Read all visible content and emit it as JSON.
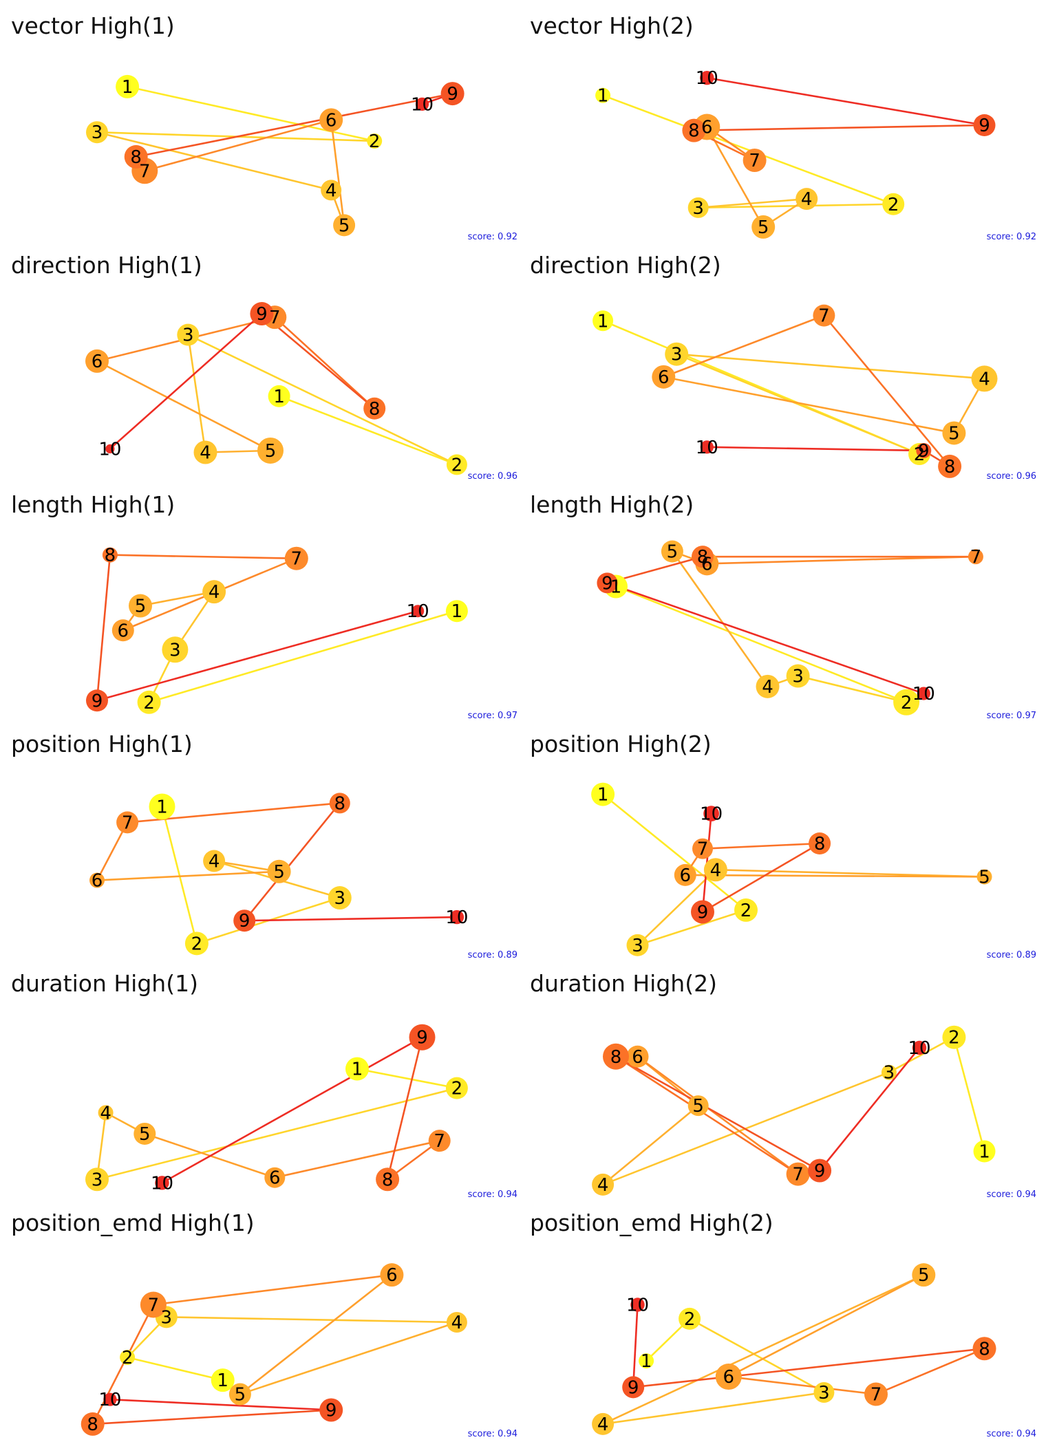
{
  "chart_data": [
    {
      "type": "scatter",
      "title": "vector High(1)",
      "score": "score: 0.92",
      "points": [
        {
          "label": "1",
          "x": 0.17,
          "y": 0.18
        },
        {
          "label": "2",
          "x": 0.74,
          "y": 0.49
        },
        {
          "label": "3",
          "x": 0.1,
          "y": 0.44
        },
        {
          "label": "4",
          "x": 0.64,
          "y": 0.77
        },
        {
          "label": "5",
          "x": 0.67,
          "y": 0.97
        },
        {
          "label": "6",
          "x": 0.64,
          "y": 0.37
        },
        {
          "label": "7",
          "x": 0.21,
          "y": 0.66
        },
        {
          "label": "8",
          "x": 0.19,
          "y": 0.58
        },
        {
          "label": "9",
          "x": 0.92,
          "y": 0.22
        },
        {
          "label": "10",
          "x": 0.85,
          "y": 0.28
        }
      ]
    },
    {
      "type": "scatter",
      "title": "vector High(2)",
      "score": "score: 0.92",
      "points": [
        {
          "label": "1",
          "x": 0.07,
          "y": 0.23
        },
        {
          "label": "2",
          "x": 0.74,
          "y": 0.85
        },
        {
          "label": "3",
          "x": 0.29,
          "y": 0.87
        },
        {
          "label": "4",
          "x": 0.54,
          "y": 0.82
        },
        {
          "label": "5",
          "x": 0.44,
          "y": 0.98
        },
        {
          "label": "6",
          "x": 0.31,
          "y": 0.41
        },
        {
          "label": "7",
          "x": 0.42,
          "y": 0.6
        },
        {
          "label": "8",
          "x": 0.28,
          "y": 0.43
        },
        {
          "label": "9",
          "x": 0.95,
          "y": 0.4
        },
        {
          "label": "10",
          "x": 0.31,
          "y": 0.13
        }
      ]
    },
    {
      "type": "scatter",
      "title": "direction High(1)",
      "score": "score: 0.96",
      "points": [
        {
          "label": "1",
          "x": 0.52,
          "y": 0.58
        },
        {
          "label": "2",
          "x": 0.93,
          "y": 0.97
        },
        {
          "label": "3",
          "x": 0.31,
          "y": 0.23
        },
        {
          "label": "4",
          "x": 0.35,
          "y": 0.9
        },
        {
          "label": "5",
          "x": 0.5,
          "y": 0.89
        },
        {
          "label": "6",
          "x": 0.1,
          "y": 0.38
        },
        {
          "label": "7",
          "x": 0.51,
          "y": 0.13
        },
        {
          "label": "8",
          "x": 0.74,
          "y": 0.65
        },
        {
          "label": "9",
          "x": 0.48,
          "y": 0.11
        },
        {
          "label": "10",
          "x": 0.13,
          "y": 0.88
        }
      ]
    },
    {
      "type": "scatter",
      "title": "direction High(2)",
      "score": "score: 0.96",
      "points": [
        {
          "label": "1",
          "x": 0.07,
          "y": 0.15
        },
        {
          "label": "2",
          "x": 0.8,
          "y": 0.91
        },
        {
          "label": "3",
          "x": 0.24,
          "y": 0.34
        },
        {
          "label": "4",
          "x": 0.95,
          "y": 0.48
        },
        {
          "label": "5",
          "x": 0.88,
          "y": 0.79
        },
        {
          "label": "6",
          "x": 0.21,
          "y": 0.47
        },
        {
          "label": "7",
          "x": 0.58,
          "y": 0.12
        },
        {
          "label": "8",
          "x": 0.87,
          "y": 0.98
        },
        {
          "label": "9",
          "x": 0.81,
          "y": 0.89
        },
        {
          "label": "10",
          "x": 0.31,
          "y": 0.87
        }
      ]
    },
    {
      "type": "scatter",
      "title": "length High(1)",
      "score": "score: 0.97",
      "points": [
        {
          "label": "1",
          "x": 0.93,
          "y": 0.44
        },
        {
          "label": "2",
          "x": 0.22,
          "y": 0.96
        },
        {
          "label": "3",
          "x": 0.28,
          "y": 0.66
        },
        {
          "label": "4",
          "x": 0.37,
          "y": 0.33
        },
        {
          "label": "5",
          "x": 0.2,
          "y": 0.41
        },
        {
          "label": "6",
          "x": 0.16,
          "y": 0.55
        },
        {
          "label": "7",
          "x": 0.56,
          "y": 0.14
        },
        {
          "label": "8",
          "x": 0.13,
          "y": 0.12
        },
        {
          "label": "9",
          "x": 0.1,
          "y": 0.95
        },
        {
          "label": "10",
          "x": 0.84,
          "y": 0.44
        }
      ]
    },
    {
      "type": "scatter",
      "title": "length High(2)",
      "score": "score: 0.97",
      "points": [
        {
          "label": "1",
          "x": 0.1,
          "y": 0.3
        },
        {
          "label": "2",
          "x": 0.77,
          "y": 0.96
        },
        {
          "label": "3",
          "x": 0.52,
          "y": 0.81
        },
        {
          "label": "4",
          "x": 0.45,
          "y": 0.87
        },
        {
          "label": "5",
          "x": 0.23,
          "y": 0.1
        },
        {
          "label": "6",
          "x": 0.31,
          "y": 0.17
        },
        {
          "label": "7",
          "x": 0.93,
          "y": 0.13
        },
        {
          "label": "8",
          "x": 0.3,
          "y": 0.13
        },
        {
          "label": "9",
          "x": 0.08,
          "y": 0.28
        },
        {
          "label": "10",
          "x": 0.81,
          "y": 0.91
        }
      ]
    },
    {
      "type": "scatter",
      "title": "position High(1)",
      "score": "score: 0.89",
      "points": [
        {
          "label": "1",
          "x": 0.25,
          "y": 0.19
        },
        {
          "label": "2",
          "x": 0.33,
          "y": 0.97
        },
        {
          "label": "3",
          "x": 0.66,
          "y": 0.71
        },
        {
          "label": "4",
          "x": 0.37,
          "y": 0.5
        },
        {
          "label": "5",
          "x": 0.52,
          "y": 0.56
        },
        {
          "label": "6",
          "x": 0.1,
          "y": 0.61
        },
        {
          "label": "7",
          "x": 0.17,
          "y": 0.28
        },
        {
          "label": "8",
          "x": 0.66,
          "y": 0.17
        },
        {
          "label": "9",
          "x": 0.44,
          "y": 0.84
        },
        {
          "label": "10",
          "x": 0.93,
          "y": 0.82
        }
      ]
    },
    {
      "type": "scatter",
      "title": "position High(2)",
      "score": "score: 0.89",
      "points": [
        {
          "label": "1",
          "x": 0.07,
          "y": 0.12
        },
        {
          "label": "2",
          "x": 0.4,
          "y": 0.78
        },
        {
          "label": "3",
          "x": 0.15,
          "y": 0.98
        },
        {
          "label": "4",
          "x": 0.33,
          "y": 0.55
        },
        {
          "label": "5",
          "x": 0.95,
          "y": 0.59
        },
        {
          "label": "6",
          "x": 0.26,
          "y": 0.58
        },
        {
          "label": "7",
          "x": 0.3,
          "y": 0.43
        },
        {
          "label": "8",
          "x": 0.57,
          "y": 0.4
        },
        {
          "label": "9",
          "x": 0.3,
          "y": 0.79
        },
        {
          "label": "10",
          "x": 0.32,
          "y": 0.23
        }
      ]
    },
    {
      "type": "scatter",
      "title": "duration High(1)",
      "score": "score: 0.94",
      "points": [
        {
          "label": "1",
          "x": 0.7,
          "y": 0.32
        },
        {
          "label": "2",
          "x": 0.93,
          "y": 0.43
        },
        {
          "label": "3",
          "x": 0.1,
          "y": 0.95
        },
        {
          "label": "4",
          "x": 0.12,
          "y": 0.57
        },
        {
          "label": "5",
          "x": 0.21,
          "y": 0.69
        },
        {
          "label": "6",
          "x": 0.51,
          "y": 0.94
        },
        {
          "label": "7",
          "x": 0.89,
          "y": 0.73
        },
        {
          "label": "8",
          "x": 0.77,
          "y": 0.95
        },
        {
          "label": "9",
          "x": 0.85,
          "y": 0.14
        },
        {
          "label": "10",
          "x": 0.25,
          "y": 0.97
        }
      ]
    },
    {
      "type": "scatter",
      "title": "duration High(2)",
      "score": "score: 0.94",
      "points": [
        {
          "label": "1",
          "x": 0.95,
          "y": 0.79
        },
        {
          "label": "2",
          "x": 0.88,
          "y": 0.14
        },
        {
          "label": "3",
          "x": 0.73,
          "y": 0.34
        },
        {
          "label": "4",
          "x": 0.07,
          "y": 0.98
        },
        {
          "label": "5",
          "x": 0.29,
          "y": 0.53
        },
        {
          "label": "6",
          "x": 0.15,
          "y": 0.25
        },
        {
          "label": "7",
          "x": 0.52,
          "y": 0.92
        },
        {
          "label": "8",
          "x": 0.1,
          "y": 0.25
        },
        {
          "label": "9",
          "x": 0.57,
          "y": 0.9
        },
        {
          "label": "10",
          "x": 0.8,
          "y": 0.2
        }
      ]
    },
    {
      "type": "scatter",
      "title": "position_emd High(1)",
      "score": "score: 0.94",
      "points": [
        {
          "label": "1",
          "x": 0.39,
          "y": 0.73
        },
        {
          "label": "2",
          "x": 0.17,
          "y": 0.6
        },
        {
          "label": "3",
          "x": 0.26,
          "y": 0.37
        },
        {
          "label": "4",
          "x": 0.93,
          "y": 0.4
        },
        {
          "label": "5",
          "x": 0.43,
          "y": 0.81
        },
        {
          "label": "6",
          "x": 0.78,
          "y": 0.13
        },
        {
          "label": "7",
          "x": 0.23,
          "y": 0.3
        },
        {
          "label": "8",
          "x": 0.09,
          "y": 0.98
        },
        {
          "label": "9",
          "x": 0.64,
          "y": 0.9
        },
        {
          "label": "10",
          "x": 0.13,
          "y": 0.84
        }
      ]
    },
    {
      "type": "scatter",
      "title": "position_emd High(2)",
      "score": "score: 0.94",
      "points": [
        {
          "label": "1",
          "x": 0.17,
          "y": 0.62
        },
        {
          "label": "2",
          "x": 0.27,
          "y": 0.38
        },
        {
          "label": "3",
          "x": 0.58,
          "y": 0.8
        },
        {
          "label": "4",
          "x": 0.07,
          "y": 0.98
        },
        {
          "label": "5",
          "x": 0.81,
          "y": 0.13
        },
        {
          "label": "6",
          "x": 0.36,
          "y": 0.71
        },
        {
          "label": "7",
          "x": 0.7,
          "y": 0.81
        },
        {
          "label": "8",
          "x": 0.95,
          "y": 0.55
        },
        {
          "label": "9",
          "x": 0.14,
          "y": 0.77
        },
        {
          "label": "10",
          "x": 0.15,
          "y": 0.3
        }
      ]
    }
  ],
  "colors": [
    "#ffff1f",
    "#ffea26",
    "#ffd52c",
    "#ffc52f",
    "#ffb02f",
    "#ffa02d",
    "#fd8a2b",
    "#fb7227",
    "#f45424",
    "#ee2d24"
  ],
  "sizes": [
    17,
    11,
    16,
    15,
    16,
    17,
    19,
    17,
    17,
    16
  ]
}
